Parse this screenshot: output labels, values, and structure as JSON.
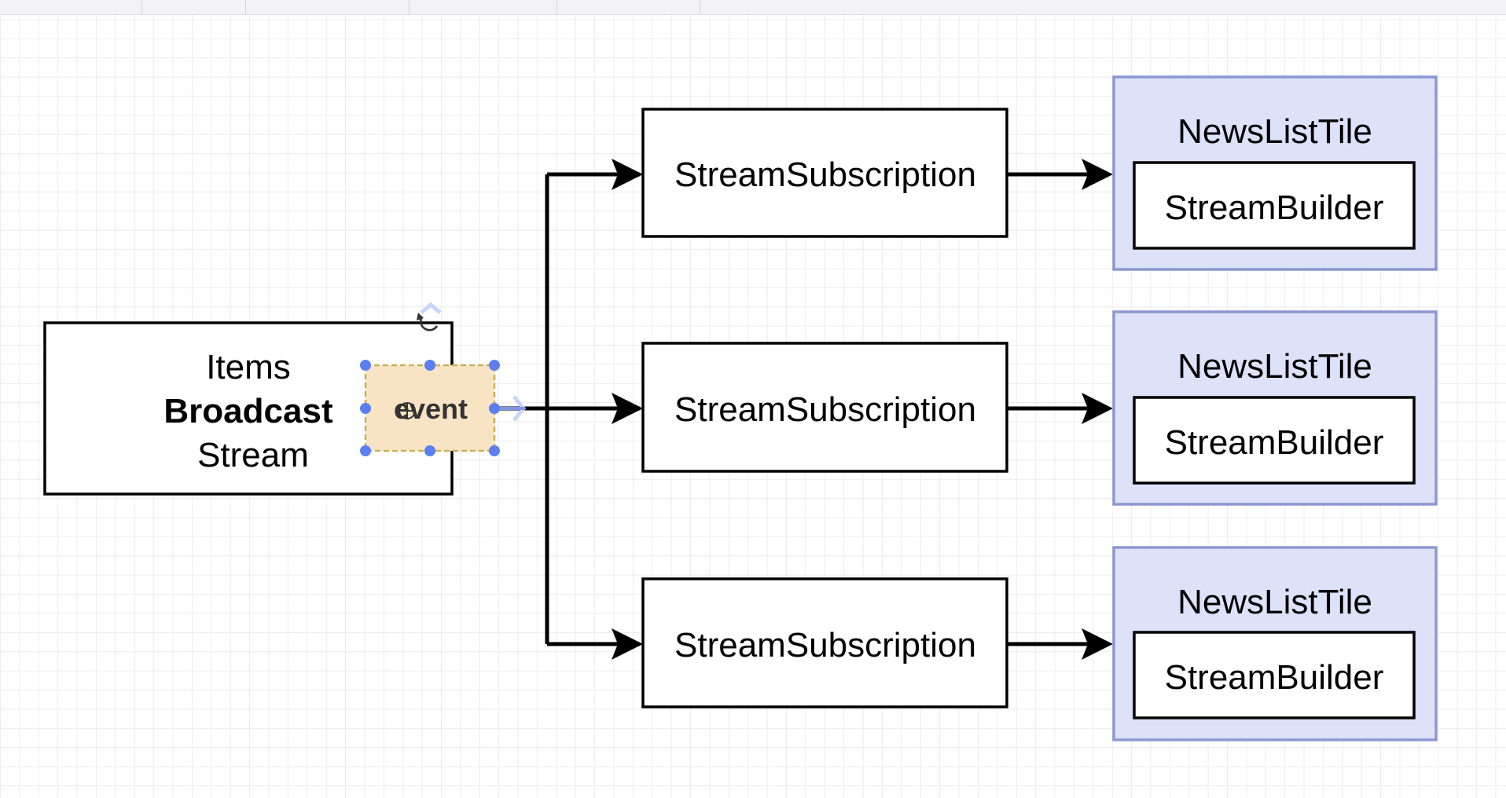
{
  "colors": {
    "canvas_background": "#ffffff",
    "grid_line": "#ececec",
    "box_border": "#000000",
    "tile_fill": "#dde2f8",
    "tile_border": "#8c98d2",
    "event_fill": "#f8e4c4",
    "event_border": "#c9b25a",
    "selection_handle": "#5b7ff0"
  },
  "source": {
    "line1": "Items",
    "line2": "Broadcast",
    "line3": "Stream"
  },
  "event_label": "event",
  "subscriptions": [
    {
      "label": "StreamSubscription"
    },
    {
      "label": "StreamSubscription"
    },
    {
      "label": "StreamSubscription"
    }
  ],
  "tiles": [
    {
      "title": "NewsListTile",
      "inner": "StreamBuilder"
    },
    {
      "title": "NewsListTile",
      "inner": "StreamBuilder"
    },
    {
      "title": "NewsListTile",
      "inner": "StreamBuilder"
    }
  ],
  "icons": {
    "rotate": "rotate-icon",
    "move": "move-cursor-icon",
    "arrow": "arrow-right-icon"
  }
}
